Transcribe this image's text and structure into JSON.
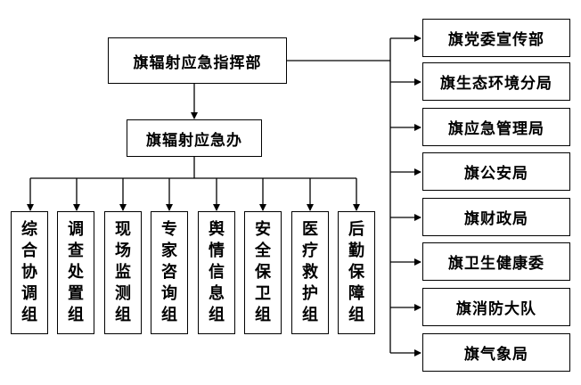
{
  "hq": "旗辐射应急指挥部",
  "office": "旗辐射应急办",
  "groups": [
    "综合协调组",
    "调查处置组",
    "现场监测组",
    "专家咨询组",
    "舆情信息组",
    "安全保卫组",
    "医疗救护组",
    "后勤保障组"
  ],
  "departments": [
    "旗党委宣传部",
    "旗生态环境分局",
    "旗应急管理局",
    "旗公安局",
    "旗财政局",
    "旗卫生健康委",
    "旗消防大队",
    "旗气象局"
  ],
  "colors": {
    "line": "#000000",
    "box_bg": "#ffffff",
    "text": "#000000"
  }
}
